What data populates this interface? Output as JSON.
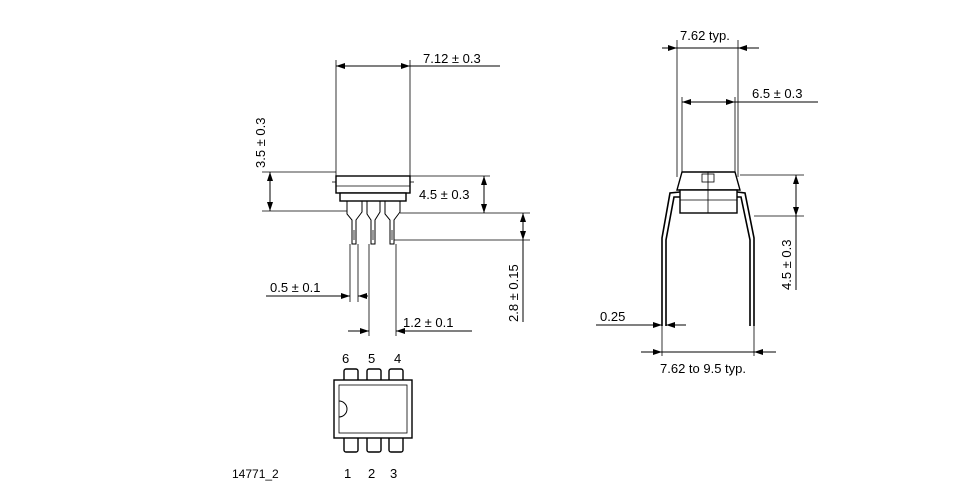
{
  "front_view": {
    "width_label": "7.12 ± 0.3",
    "height_label": "3.5 ± 0.3",
    "seat_label": "4.5 ± 0.3",
    "lead_length_label": "2.8 ± 0.15",
    "lead_width_label": "0.5 ± 0.1",
    "lead_pitch_label": "1.2 ± 0.1"
  },
  "side_view": {
    "row_spacing_label": "7.62 typ.",
    "body_width_label": "6.5 ± 0.3",
    "lead_thickness_label": "0.25",
    "height_label": "4.5 ± 0.3",
    "spread_label": "7.62 to 9.5 typ."
  },
  "top_view": {
    "top_pins": [
      "6",
      "5",
      "4"
    ],
    "bottom_pins": [
      "1",
      "2",
      "3"
    ]
  },
  "drawing_id": "14771_2"
}
